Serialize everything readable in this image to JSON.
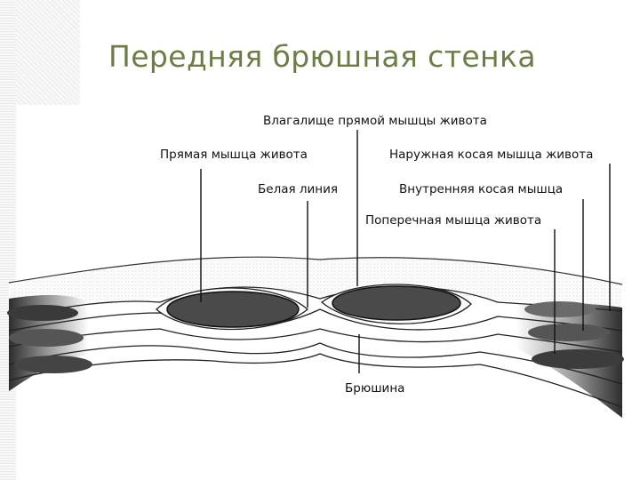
{
  "slide": {
    "title": "Передняя брюшная стенка"
  },
  "labels": {
    "sheath": "Влагалище прямой мышцы живота",
    "rectus": "Прямая мышца живота",
    "external_oblique": "Наружная косая мышца живота",
    "linea_alba": "Белая линия",
    "internal_oblique": "Внутренняя косая мышца",
    "transversus": "Поперечная мышца живота",
    "peritoneum": "Брюшина"
  },
  "colors": {
    "title": "#6b7d45",
    "muscle": "#4a4a4a",
    "line": "#111111"
  }
}
